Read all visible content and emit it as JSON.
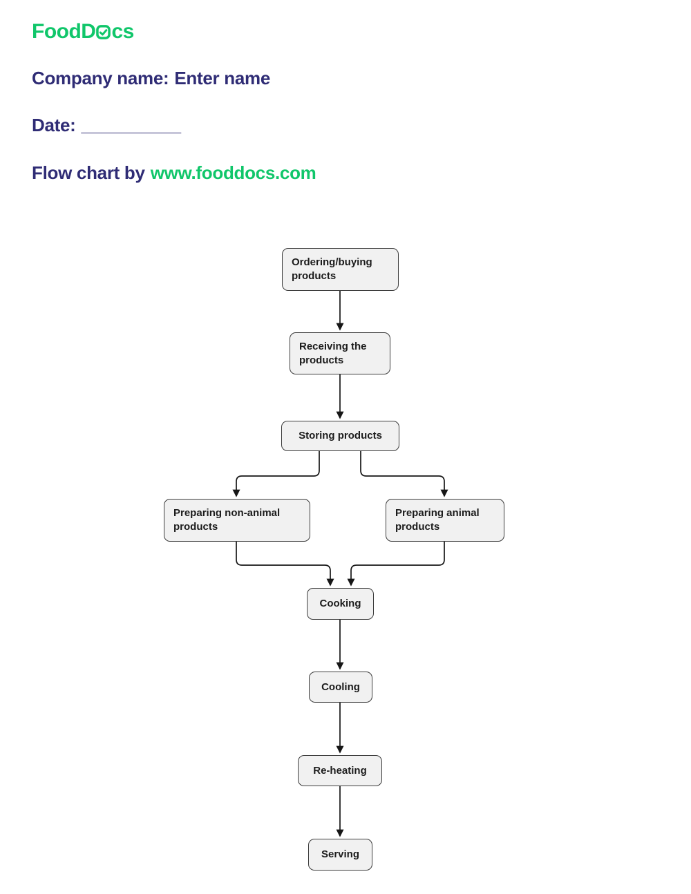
{
  "branding": {
    "logo_part1": "FoodD",
    "logo_part2": "cs",
    "logo_color": "#10c66a"
  },
  "header": {
    "company_label": "Company name:",
    "company_value": "Enter name",
    "date_label": "Date:",
    "date_blank": "__________",
    "byline_prefix": "Flow chart by",
    "byline_link": "www.fooddocs.com",
    "heading_color": "#2f2c75",
    "accent_green": "#10c66a"
  },
  "flowchart": {
    "type": "flowchart",
    "node_fill": "#f1f1f1",
    "node_border": "#3a3a3a",
    "edge_color": "#161616",
    "nodes": [
      {
        "id": "ordering",
        "label": "Ordering/buying products"
      },
      {
        "id": "receiving",
        "label": "Receiving the products"
      },
      {
        "id": "storing",
        "label": "Storing products"
      },
      {
        "id": "preparing-non-animal",
        "label": "Preparing non-animal products"
      },
      {
        "id": "preparing-animal",
        "label": "Preparing animal products"
      },
      {
        "id": "cooking",
        "label": "Cooking"
      },
      {
        "id": "cooling",
        "label": "Cooling"
      },
      {
        "id": "reheating",
        "label": "Re-heating"
      },
      {
        "id": "serving",
        "label": "Serving"
      }
    ],
    "edges": [
      {
        "from": "ordering",
        "to": "receiving"
      },
      {
        "from": "receiving",
        "to": "storing"
      },
      {
        "from": "storing",
        "to": "preparing-non-animal"
      },
      {
        "from": "storing",
        "to": "preparing-animal"
      },
      {
        "from": "preparing-non-animal",
        "to": "cooking"
      },
      {
        "from": "preparing-animal",
        "to": "cooking"
      },
      {
        "from": "cooking",
        "to": "cooling"
      },
      {
        "from": "cooling",
        "to": "reheating"
      },
      {
        "from": "reheating",
        "to": "serving"
      }
    ]
  }
}
